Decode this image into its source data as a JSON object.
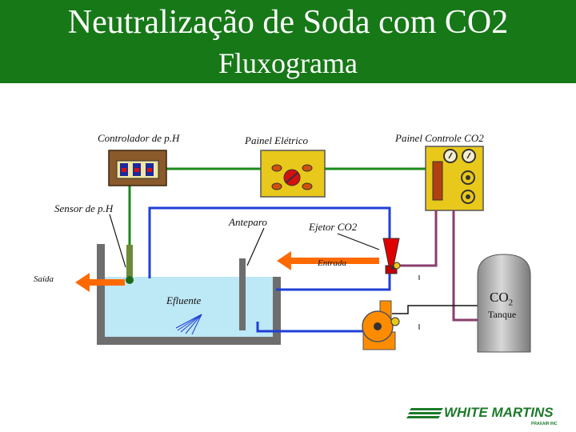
{
  "header": {
    "title": "Neutralização de Soda com CO2",
    "subtitle": "Fluxograma"
  },
  "labels": {
    "ph_controller": "Controlador de p.H",
    "electric_panel": "Painel Elétrico",
    "co2_panel": "Painel Controle CO2",
    "ph_sensor": "Sensor de p.H",
    "baffle": "Anteparo",
    "co2_ejector": "Ejetor CO2",
    "inlet": "Entrada",
    "outlet": "Saída",
    "effluent": "Efluente",
    "tank_co2": "CO",
    "tank_co2_sub": "2",
    "tank": "Tanque"
  },
  "logo": {
    "name": "WHITE MARTINS",
    "tagline": "PRAXAIR INC"
  },
  "colors": {
    "banner": "#177817",
    "panel": "#e8c81a",
    "controller": "#8a5a2b",
    "water": "#bde8f5",
    "tank_wall": "#6e6e6e",
    "pump": "#ff8c00",
    "wire_green": "#1a8a1a",
    "pipe_blue": "#1f3fd6",
    "pipe_purple": "#8a3d6e",
    "arrow": "#ff6a00",
    "ejector": "#e00000",
    "logo": "#1d7a2a"
  }
}
